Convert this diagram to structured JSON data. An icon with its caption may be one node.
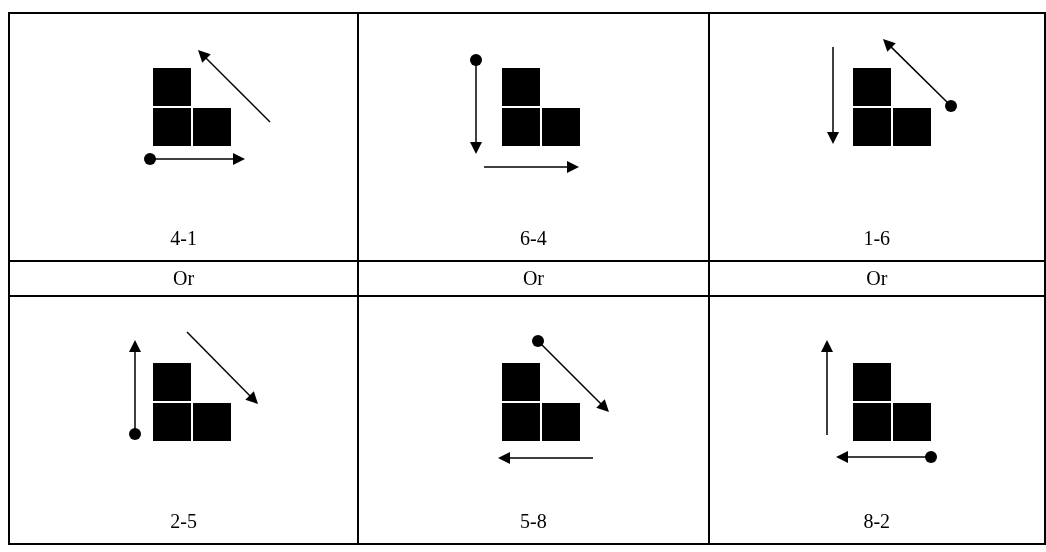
{
  "diagram": {
    "labels": [
      "4-1",
      "6-4",
      "1-6",
      "Or",
      "Or",
      "Or",
      "2-5",
      "5-8",
      "8-2"
    ]
  }
}
